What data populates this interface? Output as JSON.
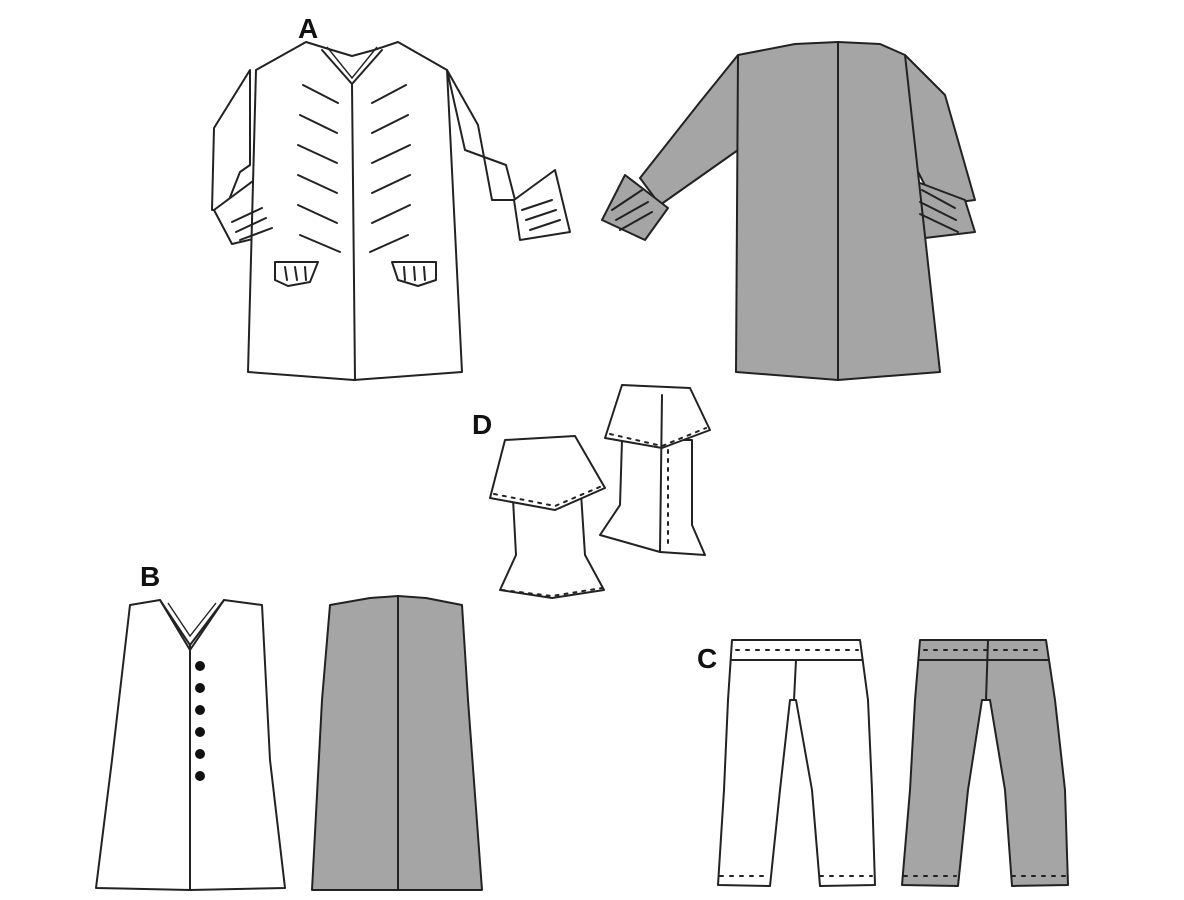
{
  "labels": {
    "view_a": "A",
    "view_b": "B",
    "view_c": "C",
    "view_d": "D"
  },
  "colors": {
    "line": "#222222",
    "back_fill": "#a5a5a5",
    "background": "#ffffff"
  }
}
